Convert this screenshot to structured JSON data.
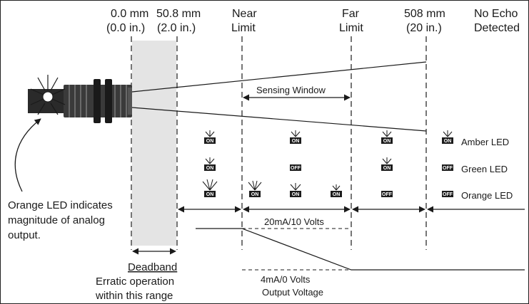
{
  "markers": {
    "zero_mm": "0.0 mm",
    "zero_in": "(0.0 in.)",
    "dead_mm": "50.8 mm",
    "dead_in": "(2.0 in.)",
    "near_1": "Near",
    "near_2": "Limit",
    "far_1": "Far",
    "far_2": "Limit",
    "max_mm": "508 mm",
    "max_in": "(20 in.)",
    "noecho_1": "No Echo",
    "noecho_2": "Detected"
  },
  "sensing_window": "Sensing Window",
  "led_legend": {
    "amber": "Amber LED",
    "green": "Green LED",
    "orange": "Orange LED"
  },
  "led_states": {
    "on": "ON",
    "off": "OFF"
  },
  "orange_note": [
    "Orange LED indicates",
    "magnitude of analog",
    "output."
  ],
  "deadband": {
    "title": "Deadband",
    "line1": "Erratic operation",
    "line2": "within this range"
  },
  "output": {
    "high": "20mA/10 Volts",
    "low": "4mA/0 Volts",
    "label": "Output Voltage"
  },
  "colors": {
    "deadband_fill": "#e4e4e4",
    "led_box": "#1c1c1c",
    "line": "#1a1a1a"
  }
}
